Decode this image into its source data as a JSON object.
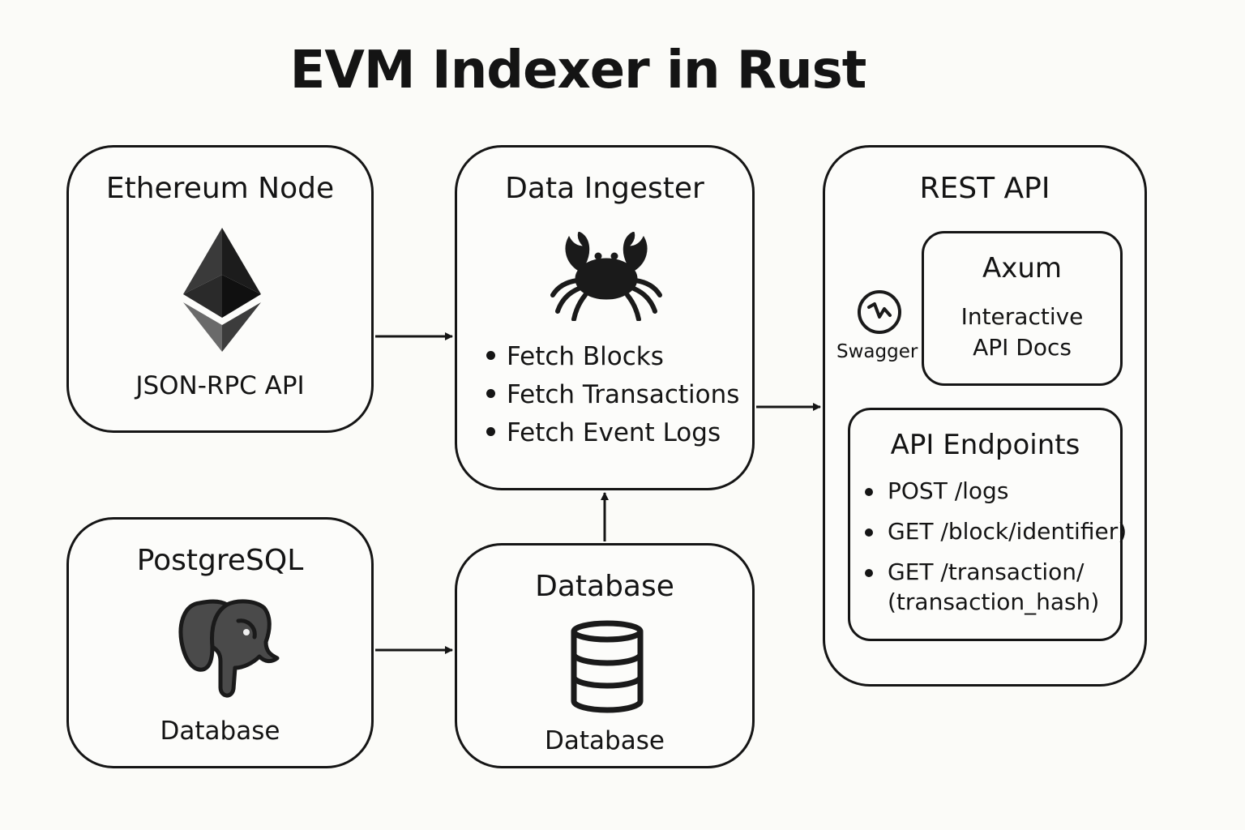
{
  "title": "EVM Indexer in Rust",
  "ethereum_node": {
    "title": "Ethereum Node",
    "caption": "JSON-RPC API",
    "icon": "ethereum-icon"
  },
  "data_ingester": {
    "title": "Data Ingester",
    "icon": "crab-icon",
    "items": [
      "Fetch Blocks",
      "Fetch Transactions",
      "Fetch Event Logs"
    ]
  },
  "postgresql": {
    "title": "PostgreSQL",
    "caption": "Database",
    "icon": "elephant-icon"
  },
  "database": {
    "title": "Database",
    "caption": "Database",
    "icon": "database-cylinder-icon"
  },
  "rest_api": {
    "title": "REST API",
    "swagger_label": "Swagger",
    "axum": {
      "title": "Axum",
      "line1": "Interactive",
      "line2": "API Docs"
    },
    "endpoints": {
      "title": "API Endpoints",
      "items": [
        {
          "line1": "POST /logs",
          "line2": ""
        },
        {
          "line1": "GET /block/identifier)",
          "line2": ""
        },
        {
          "line1": "GET /transaction/",
          "line2": "(transaction_hash)"
        }
      ]
    }
  },
  "colors": {
    "stroke": "#151515",
    "background": "#fbfbf8"
  }
}
